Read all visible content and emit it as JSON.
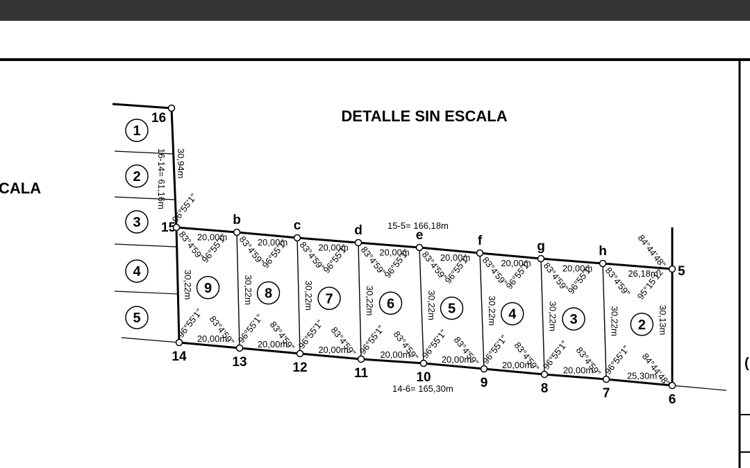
{
  "drawing": {
    "title": "DETALLE SIN ESCALA",
    "partial_title": "CALA",
    "partial_letter": "("
  },
  "side_lots": [
    "1",
    "2",
    "3",
    "4",
    "5"
  ],
  "lots": [
    "9",
    "8",
    "7",
    "6",
    "5",
    "4",
    "3",
    "2"
  ],
  "top_points": [
    "15",
    "b",
    "c",
    "d",
    "e",
    "f",
    "g",
    "h",
    "5"
  ],
  "bottom_points": [
    "14",
    "13",
    "12",
    "11",
    "10",
    "9",
    "8",
    "7",
    "6"
  ],
  "point_16": "16",
  "lengths": {
    "top_segment": "20,00m",
    "bottom_segment": "20,00m",
    "last_top": "26,18m",
    "last_bottom": "25,30m",
    "side": "30,22m",
    "right_side": "30,13m",
    "upper_left": "30,94m",
    "total_top": "15-5= 166,18m",
    "total_bottom": "14-6= 165,30m",
    "total_left": "16-14= 61,16m"
  },
  "angles": {
    "obtuse": "96°55'1\"",
    "acute": "83°4'59\"",
    "corner_acute": "84°44'48\"",
    "corner_obtuse": "95°15'12\""
  }
}
